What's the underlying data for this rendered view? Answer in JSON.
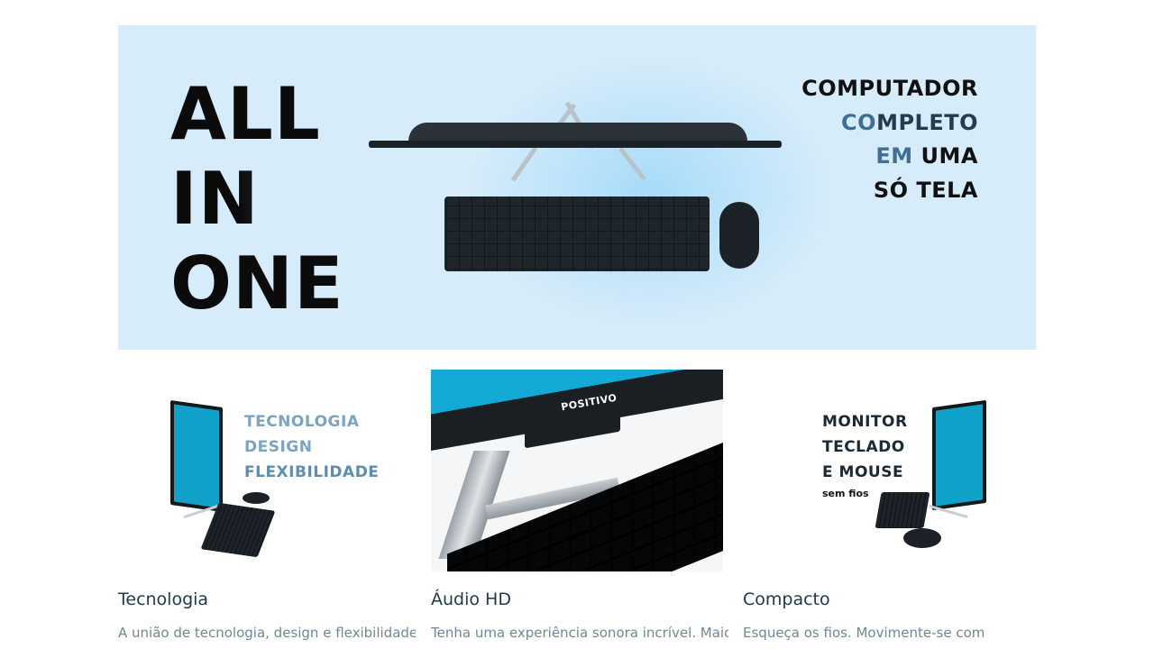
{
  "hero": {
    "left_lines": [
      "ALL",
      "IN",
      "ONE"
    ],
    "right_lines": [
      {
        "text": "COMPUTADOR"
      },
      {
        "text_a": "CO",
        "text_b": "MPLETO"
      },
      {
        "text_a": "EM",
        "text_b": " UMA"
      },
      {
        "text": "SÓ TELA"
      }
    ]
  },
  "cards": [
    {
      "image_lines": [
        "TECNOLOGIA",
        "DESIGN",
        "FLEXIBILIDADE"
      ],
      "title": "Tecnologia",
      "description": "A união de tecnologia, design e flexibilidade,"
    },
    {
      "brand": "POSITIVO",
      "title": "Áudio HD",
      "description": "Tenha uma experiência sonora incrível. Maior"
    },
    {
      "image_lines": [
        "MONITOR",
        "TECLADO",
        "E MOUSE",
        "sem fios"
      ],
      "title": "Compacto",
      "description": "Esqueça os fios. Movimente-se com"
    }
  ],
  "colors": {
    "hero_bg": "#d7ecfa",
    "accent_blue": "#3f6f95",
    "screen_blue": "#10a2c9",
    "title_text": "#1d3a4a",
    "body_text": "#6f8893"
  }
}
